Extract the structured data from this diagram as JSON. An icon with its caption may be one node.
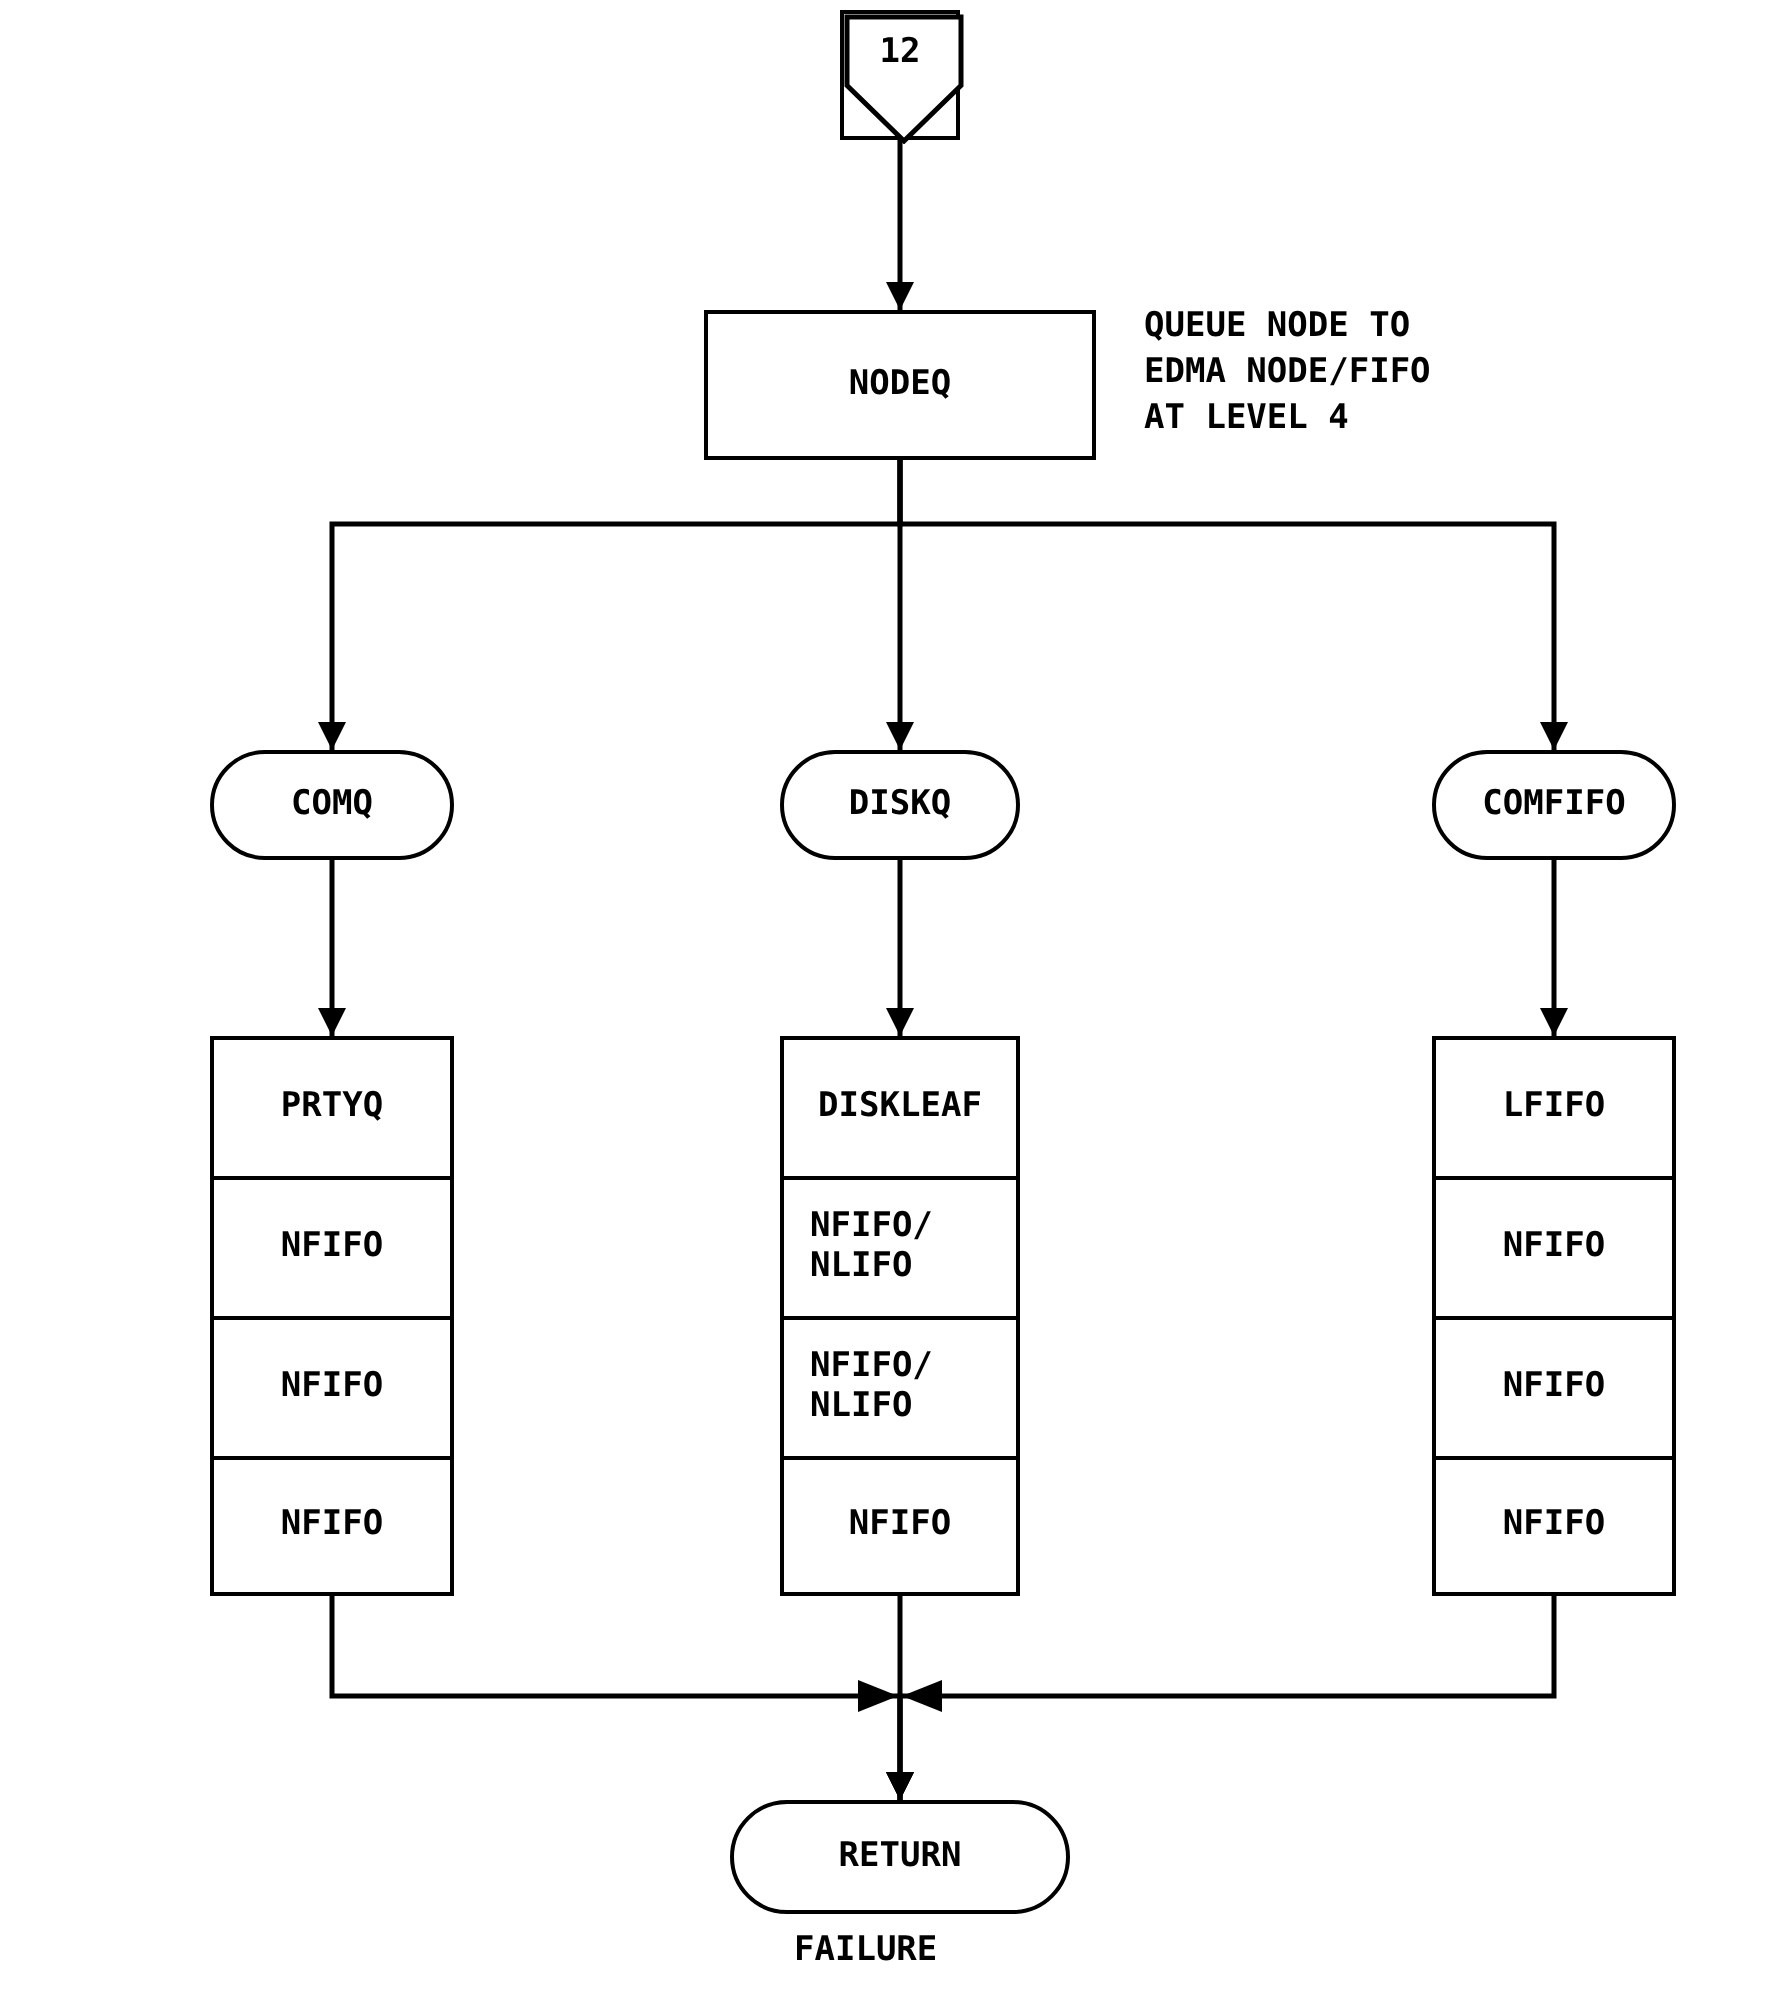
{
  "diagram": {
    "nodes": [
      {
        "text": [
          "12"
        ]
      },
      {
        "text": [
          "NODEQ"
        ],
        "beside": [
          "QUEUE NODE TO EDMA NODE/FIFO AT LEVEL 4"
        ]
      },
      {
        "text": [
          "COMQ"
        ]
      },
      {
        "text": [
          "DISKQ"
        ]
      },
      {
        "text": [
          "COMFIFO"
        ]
      },
      {
        "text": [
          "PRTYQ"
        ]
      },
      {
        "text": [
          "NFIFO"
        ]
      },
      {
        "text": [
          "NFIFO"
        ]
      },
      {
        "text": [
          "NFIFO"
        ]
      },
      {
        "text": [
          "DISKLEAF"
        ]
      },
      {
        "text": [
          "NFIFO/ NLIFO"
        ]
      },
      {
        "text": [
          "NFIFO/ NLIFO"
        ]
      },
      {
        "text": [
          "NFIFO"
        ]
      },
      {
        "text": [
          "LFIFO"
        ]
      },
      {
        "text": [
          "NFIFO"
        ]
      },
      {
        "text": [
          "NFIFO"
        ]
      },
      {
        "text": [
          "NFIFO"
        ]
      },
      {
        "text": [
          "RETURN"
        ],
        "beside": [
          "FAILURE"
        ]
      }
    ],
    "edges": [
      {
        "from": 0,
        "to": 1,
        "arrow": "to"
      },
      {
        "from": 1,
        "to": 2,
        "arrow": "to"
      },
      {
        "from": 1,
        "to": 3,
        "arrow": "to"
      },
      {
        "from": 1,
        "to": 4,
        "arrow": "to"
      },
      {
        "from": 2,
        "to": 5,
        "arrow": "to"
      },
      {
        "from": 3,
        "to": 9,
        "arrow": "to"
      },
      {
        "from": 4,
        "to": 13,
        "arrow": "to"
      },
      {
        "from": 8,
        "to": 17,
        "arrow": "to"
      },
      {
        "from": 12,
        "to": 17,
        "arrow": "to"
      },
      {
        "from": 16,
        "to": 17,
        "arrow": "to"
      }
    ]
  }
}
